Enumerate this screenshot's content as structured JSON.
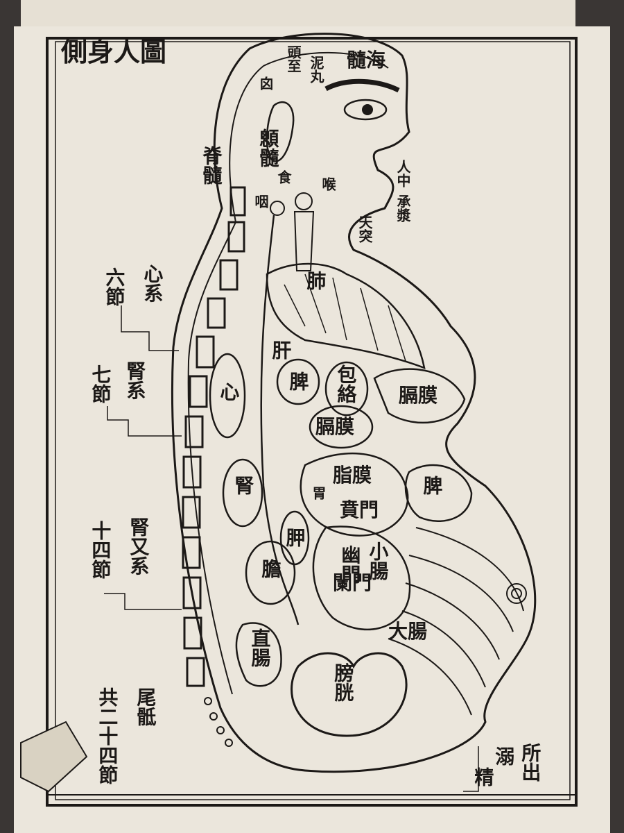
{
  "title": "側身人圖",
  "spine_labels": {
    "sixth": {
      "count": "六節",
      "organ": "心系"
    },
    "seventh": {
      "count": "七節",
      "organ": "腎系"
    },
    "fourteenth": {
      "count": "十四節",
      "organ": "腎又系"
    },
    "last": {
      "count": "共二十四節",
      "organ": "尾骶"
    }
  },
  "head_labels": {
    "top": "頭至",
    "sea": "髓海",
    "nose_area": "囟",
    "brain": "泥丸",
    "spine_spirit": "脊髓",
    "stalk": "顖髓",
    "lips": "人中",
    "face": "承漿",
    "jaw": "天突"
  },
  "throat_labels": {
    "food": "食",
    "windpipe": "喉",
    "gullet": "咽"
  },
  "organs": {
    "lung": "肺",
    "liver": "肝",
    "spleen_small": "脾",
    "pericardium": "包絡",
    "diaphragm_upper": "膈膜",
    "diaphragm_lower": "膈膜",
    "kidney": "腎",
    "stomach": "胃",
    "fat_membrane": "脂膜",
    "stomach_gate": "賁門",
    "spleen_right": "脾",
    "gallbladder": "膽",
    "small_intestine": "小腸",
    "pylorus": "幽門",
    "gate": "闌門",
    "large_intestine": "大腸",
    "rectum": "直腸",
    "bladder": "膀胱",
    "spleen_left": "胛",
    "heart": "心"
  },
  "bottom_labels": {
    "essence": "精",
    "urine": "溺",
    "exit": "所出"
  }
}
